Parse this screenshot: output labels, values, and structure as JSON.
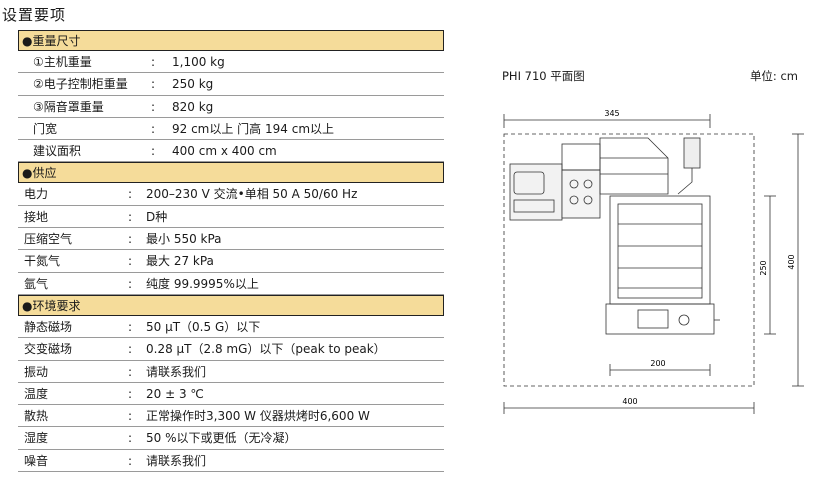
{
  "page_title": "设置要项",
  "sections": [
    {
      "header": "●重量尺寸",
      "rows": [
        {
          "label": "①主机重量",
          "colon": ":",
          "value": "1,100 kg"
        },
        {
          "label": "②电子控制柜重量",
          "colon": ":",
          "value": "250 kg"
        },
        {
          "label": "③隔音罩重量",
          "colon": ":",
          "value": "820 kg"
        },
        {
          "label": "门宽",
          "colon": ":",
          "value": "92 cm以上   门高 194 cm以上"
        },
        {
          "label": "建议面积",
          "colon": ":",
          "value": "400 cm x 400 cm"
        }
      ]
    },
    {
      "header": "●供应",
      "rows": [
        {
          "label": "电力",
          "colon": ":",
          "value": "200–230 V 交流•单相    50 A    50/60 Hz"
        },
        {
          "label": "接地",
          "colon": ":",
          "value": "D种"
        },
        {
          "label": "压缩空气",
          "colon": ":",
          "value": "最小 550 kPa"
        },
        {
          "label": "干氮气",
          "colon": ":",
          "value": "最大 27 kPa"
        },
        {
          "label": "氩气",
          "colon": ":",
          "value": "纯度 99.9995%以上"
        }
      ]
    },
    {
      "header": "●环境要求",
      "rows": [
        {
          "label": "静态磁场",
          "colon": ":",
          "value": "50 µT（0.5 G）以下"
        },
        {
          "label": "交变磁场",
          "colon": ":",
          "value": "0.28 µT（2.8 mG）以下（peak to peak）"
        },
        {
          "label": "振动",
          "colon": ":",
          "value": "请联系我们"
        },
        {
          "label": "温度",
          "colon": ":",
          "value": "20 ± 3 ℃"
        },
        {
          "label": "散热",
          "colon": ":",
          "value": "正常操作时3,300 W    仪器烘烤时6,600 W"
        },
        {
          "label": "湿度",
          "colon": ":",
          "value": "50 %以下或更低（无冷凝）"
        },
        {
          "label": "噪音",
          "colon": ":",
          "value": "请联系我们"
        }
      ]
    }
  ],
  "diagram": {
    "title": "PHI 710 平面图",
    "unit": "单位: cm",
    "dims": {
      "top": "345",
      "right_inner": "250",
      "right_outer": "400",
      "bottom_inner": "200",
      "bottom_outer": "400"
    }
  },
  "colors": {
    "section_bg": "#f5dc9a"
  }
}
